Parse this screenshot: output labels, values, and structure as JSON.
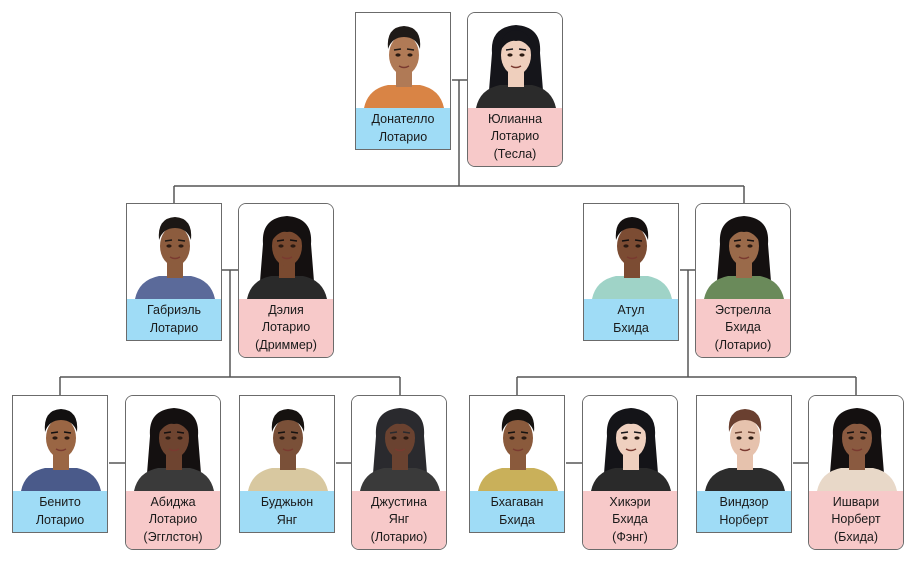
{
  "colors": {
    "male": "#9fdcf6",
    "female": "#f7c9c9",
    "line": "#555555"
  },
  "people": {
    "donatello": {
      "line1": "Донателло",
      "line2": "Лотарио",
      "skin": "#b07a56",
      "hair": "#1f1a17",
      "shirt": "#d98445"
    },
    "yulianna": {
      "line1": "Юлианна",
      "line2": "Лотарио",
      "line3": "(Тесла)",
      "skin": "#efcfbd",
      "hair": "#15151a",
      "shirt": "#2b2b2b"
    },
    "gabriel": {
      "line1": "Габриэль",
      "line2": "Лотарио",
      "skin": "#8c5c3e",
      "hair": "#1c1714",
      "shirt": "#5b6a9a"
    },
    "delia": {
      "line1": "Дэлия",
      "line2": "Лотарио",
      "line3": "(Дриммер)",
      "skin": "#7a4a30",
      "hair": "#141010",
      "shirt": "#2a2a2a"
    },
    "atul": {
      "line1": "Атул",
      "line2": "Бхида",
      "skin": "#7c4c33",
      "hair": "#141010",
      "shirt": "#9fd3c7"
    },
    "estrella": {
      "line1": "Эстрелла",
      "line2": "Бхида",
      "line3": "(Лотарио)",
      "skin": "#9a6a4a",
      "hair": "#141010",
      "shirt": "#6a8a5a"
    },
    "benito": {
      "line1": "Бенито",
      "line2": "Лотарио",
      "skin": "#9a6644",
      "hair": "#121010",
      "shirt": "#4a5a8a"
    },
    "abidzha": {
      "line1": "Абиджа",
      "line2": "Лотарио",
      "line3": "(Эгглстон)",
      "skin": "#6e4430",
      "hair": "#141010",
      "shirt": "#3a3a3a"
    },
    "budzhyun": {
      "line1": "Буджьюн",
      "line2": "Янг",
      "skin": "#7a5038",
      "hair": "#161210",
      "shirt": "#d8c8a0"
    },
    "dzhustina": {
      "line1": "Джустина",
      "line2": "Янг",
      "line3": "(Лотарио)",
      "skin": "#6a4230",
      "hair": "#2a2a2e",
      "shirt": "#3a3a3a"
    },
    "bkhagavan": {
      "line1": "Бхагаван",
      "line2": "Бхида",
      "skin": "#8a5a3c",
      "hair": "#151210",
      "shirt": "#c9b05a"
    },
    "hikeri": {
      "line1": "Хикэри",
      "line2": "Бхида",
      "line3": "(Фэнг)",
      "skin": "#efd0bf",
      "hair": "#141418",
      "shirt": "#2a2a2a"
    },
    "windsor": {
      "line1": "Виндзор",
      "line2": "Норберт",
      "skin": "#e6c2ad",
      "hair": "#6a4030",
      "shirt": "#2c2c2c"
    },
    "ishvari": {
      "line1": "Ишвари",
      "line2": "Норберт",
      "line3": "(Бхида)",
      "skin": "#8a5a40",
      "hair": "#141010",
      "shirt": "#e8d8c8"
    }
  }
}
